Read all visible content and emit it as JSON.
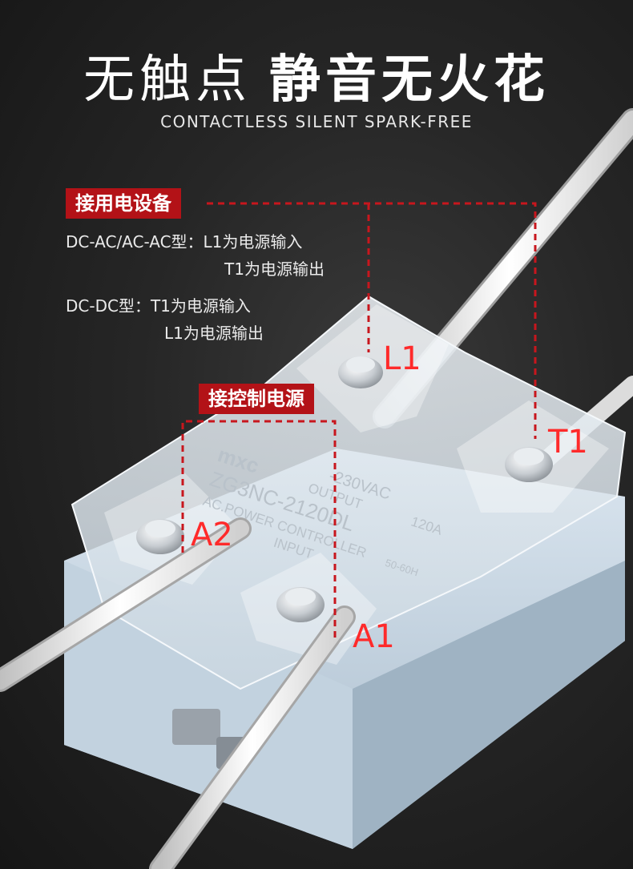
{
  "title": {
    "light": "无触点",
    "bold": "静音无火花"
  },
  "subtitle": "CONTACTLESS SILENT SPARK-FREE",
  "load_tag": "接用电设备",
  "load_lines": [
    "DC-AC/AC-AC型：L1为电源输入",
    "T1为电源输出",
    "DC-DC型：T1为电源输入",
    "L1为电源输出"
  ],
  "control_tag": "接控制电源",
  "terminals": {
    "l1": "L1",
    "t1": "T1",
    "a2": "A2",
    "a1": "A1"
  },
  "relay_markings": {
    "brand": "mxc",
    "model": "ZG3NC-2120DL",
    "output": "OUTPUT",
    "voltage": "-230VAC",
    "current": "120A",
    "ac_power": "AC.POWER CONTROLLER",
    "input": "INPUT",
    "freq": "50-60H"
  },
  "colors": {
    "accent": "#b31217",
    "terminal_label": "#ff2a2a",
    "dash": "#c8161d"
  }
}
